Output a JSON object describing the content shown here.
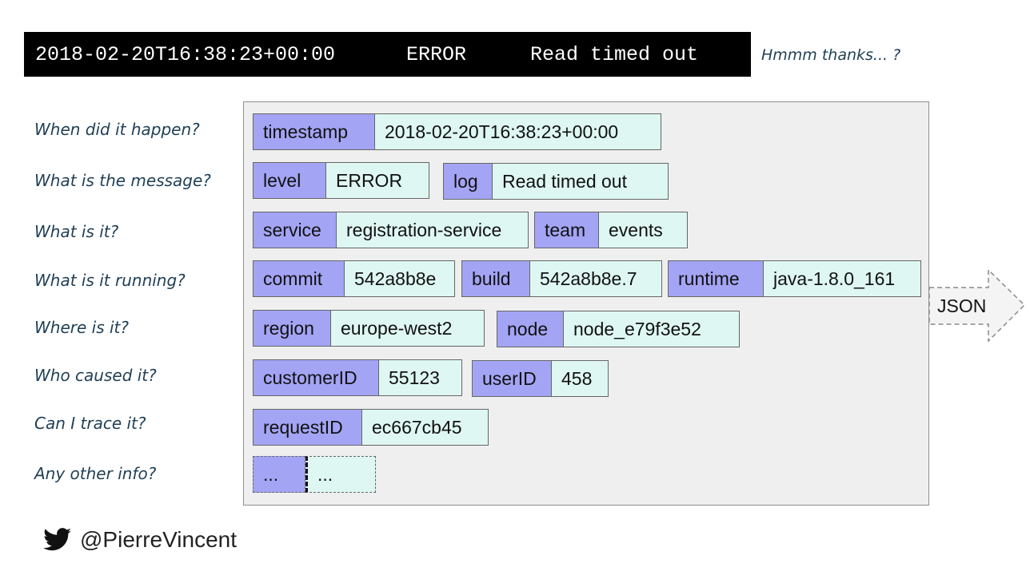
{
  "logline": {
    "timestamp": "2018-02-20T16:38:23+00:00",
    "level": "ERROR",
    "message": "Read timed out"
  },
  "aside": "Hmmm thanks... ?",
  "questions": [
    "When did it happen?",
    "What is the message?",
    "What is it?",
    "What is it running?",
    "Where is it?",
    "Who caused it?",
    "Can I trace it?",
    "Any other info?"
  ],
  "fields": {
    "timestamp": {
      "key": "timestamp",
      "value": "2018-02-20T16:38:23+00:00"
    },
    "level": {
      "key": "level",
      "value": "ERROR"
    },
    "log": {
      "key": "log",
      "value": "Read timed out"
    },
    "service": {
      "key": "service",
      "value": "registration-service"
    },
    "team": {
      "key": "team",
      "value": "events"
    },
    "commit": {
      "key": "commit",
      "value": "542a8b8e"
    },
    "build": {
      "key": "build",
      "value": "542a8b8e.7"
    },
    "runtime": {
      "key": "runtime",
      "value": "java-1.8.0_161"
    },
    "region": {
      "key": "region",
      "value": "europe-west2"
    },
    "node": {
      "key": "node",
      "value": "node_e79f3e52"
    },
    "customerID": {
      "key": "customerID",
      "value": "55123"
    },
    "userID": {
      "key": "userID",
      "value": "458"
    },
    "requestID": {
      "key": "requestID",
      "value": "ec667cb45"
    },
    "other": {
      "key": "...",
      "value": "..."
    }
  },
  "arrow_label": "JSON",
  "footer": {
    "icon": "twitter-bird-icon",
    "handle": "@PierreVincent"
  },
  "colors": {
    "key_fill": "#a4a4f5",
    "value_fill": "#def7f2",
    "panel": "#efefef"
  }
}
